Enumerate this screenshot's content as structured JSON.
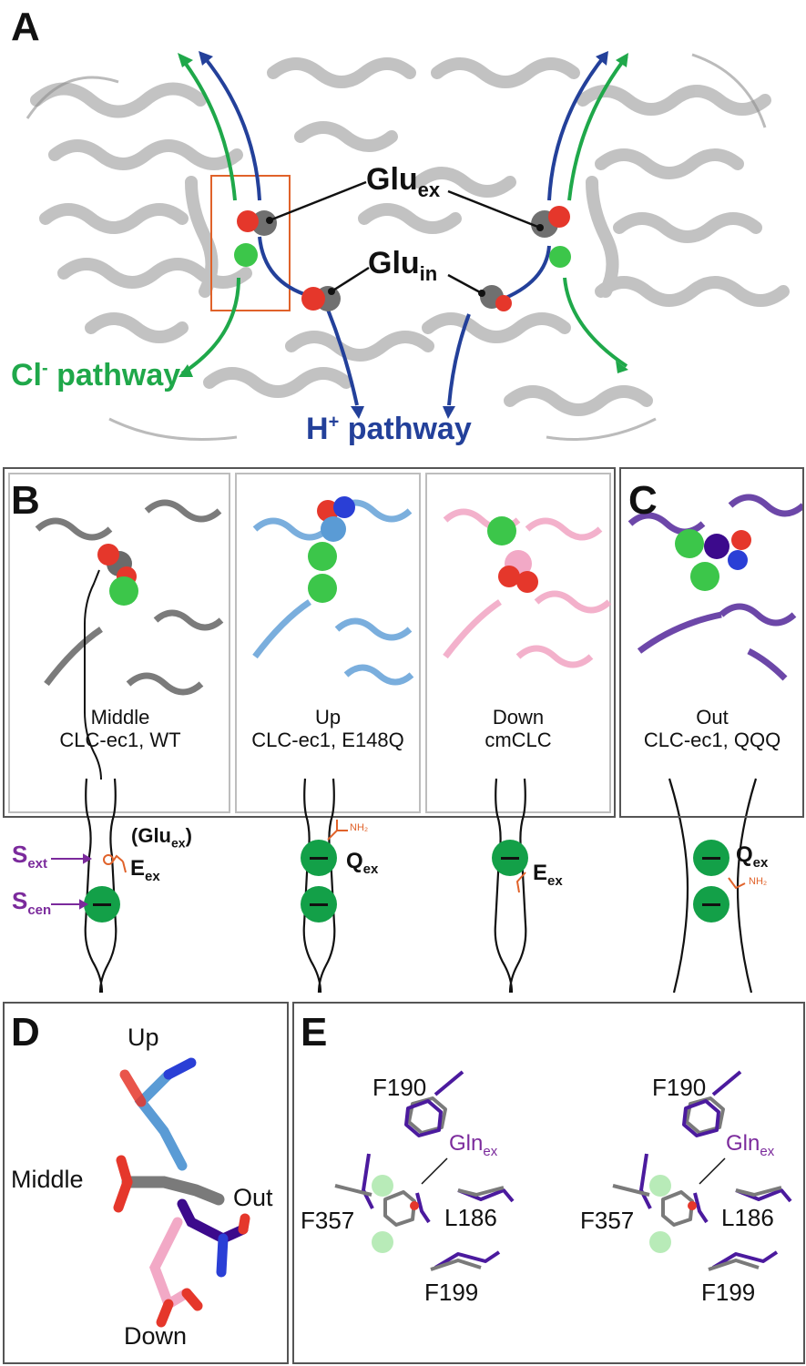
{
  "panelA": {
    "label": "A",
    "glu_ex": "Glu",
    "glu_ex_sub": "ex",
    "glu_in": "Glu",
    "glu_in_sub": "in",
    "cl_pathway": "Cl",
    "cl_sup": "-",
    "cl_pathway_rest": " pathway",
    "h_pathway": "H",
    "h_sup": "+",
    "h_pathway_rest": " pathway"
  },
  "panelB": {
    "label": "B",
    "middle": {
      "title": "Middle",
      "subtitle": "CLC-ec1, WT",
      "glu_paren": "(Glu",
      "glu_paren_sub": "ex",
      "glu_paren_end": ")",
      "res": "E",
      "res_sub": "ex",
      "s_ext": "S",
      "s_ext_sub": "ext",
      "s_cen": "S",
      "s_cen_sub": "cen"
    },
    "up": {
      "title": "Up",
      "subtitle": "CLC-ec1, E148Q",
      "res": "Q",
      "res_sub": "ex",
      "nh2": "NH₂"
    },
    "down": {
      "title": "Down",
      "subtitle": "cmCLC",
      "res": "E",
      "res_sub": "ex"
    }
  },
  "panelC": {
    "label": "C",
    "title": "Out",
    "subtitle": "CLC-ec1, QQQ",
    "res": "Q",
    "res_sub": "ex",
    "nh2": "NH₂"
  },
  "panelD": {
    "label": "D",
    "up": "Up",
    "middle": "Middle",
    "out": "Out",
    "down": "Down"
  },
  "panelE": {
    "label": "E",
    "f190": "F190",
    "gln": "Gln",
    "gln_sub": "ex",
    "f357": "F357",
    "l186": "L186",
    "f199": "F199"
  },
  "colors": {
    "chloride_green": "#1fa84a",
    "proton_blue": "#23409a",
    "glu_red": "#e5372b",
    "substrate_purple": "#7b2a9c",
    "protein_gray": "#9a9a9a",
    "up_blue": "#5a9bd5",
    "down_pink": "#f2a9c6",
    "out_purple": "#3c0a8c",
    "orange": "#e0622a"
  }
}
